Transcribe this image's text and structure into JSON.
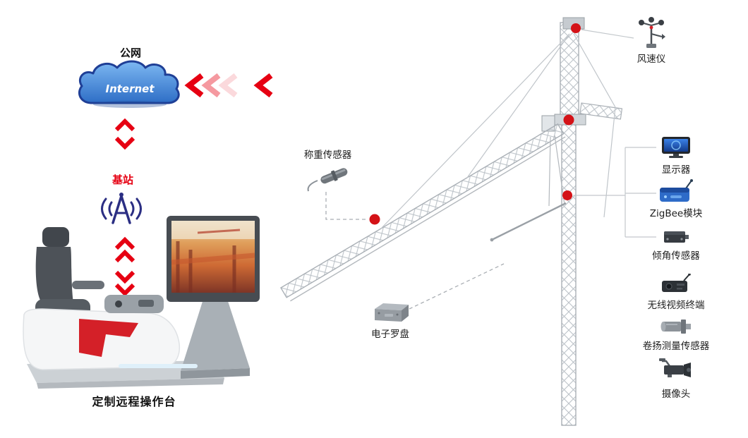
{
  "network": {
    "public_net_label": "公网",
    "cloud_label": "Internet",
    "base_station_label": "基站",
    "console_label": "定制远程操作台"
  },
  "crane": {
    "anemometer_label": "风速仪",
    "weight_sensor_label": "称重传感器",
    "compass_label": "电子罗盘"
  },
  "devices": [
    {
      "label": "显示器",
      "icon": "monitor-icon"
    },
    {
      "label": "ZigBee模块",
      "icon": "zigbee-module-icon"
    },
    {
      "label": "倾角传感器",
      "icon": "tilt-sensor-icon"
    },
    {
      "label": "无线视频终端",
      "icon": "wireless-video-terminal-icon"
    },
    {
      "label": "卷扬测量传感器",
      "icon": "hoist-measure-sensor-icon"
    },
    {
      "label": "摄像头",
      "icon": "cctv-camera-icon"
    }
  ],
  "colors": {
    "accent_red": "#e60012",
    "dot_red": "#d41217",
    "cloud_blue": "#3f87d8",
    "antenna_navy": "#2b2e83",
    "crane_gray": "#b3b8bd",
    "line_gray": "#a9aeb3"
  }
}
